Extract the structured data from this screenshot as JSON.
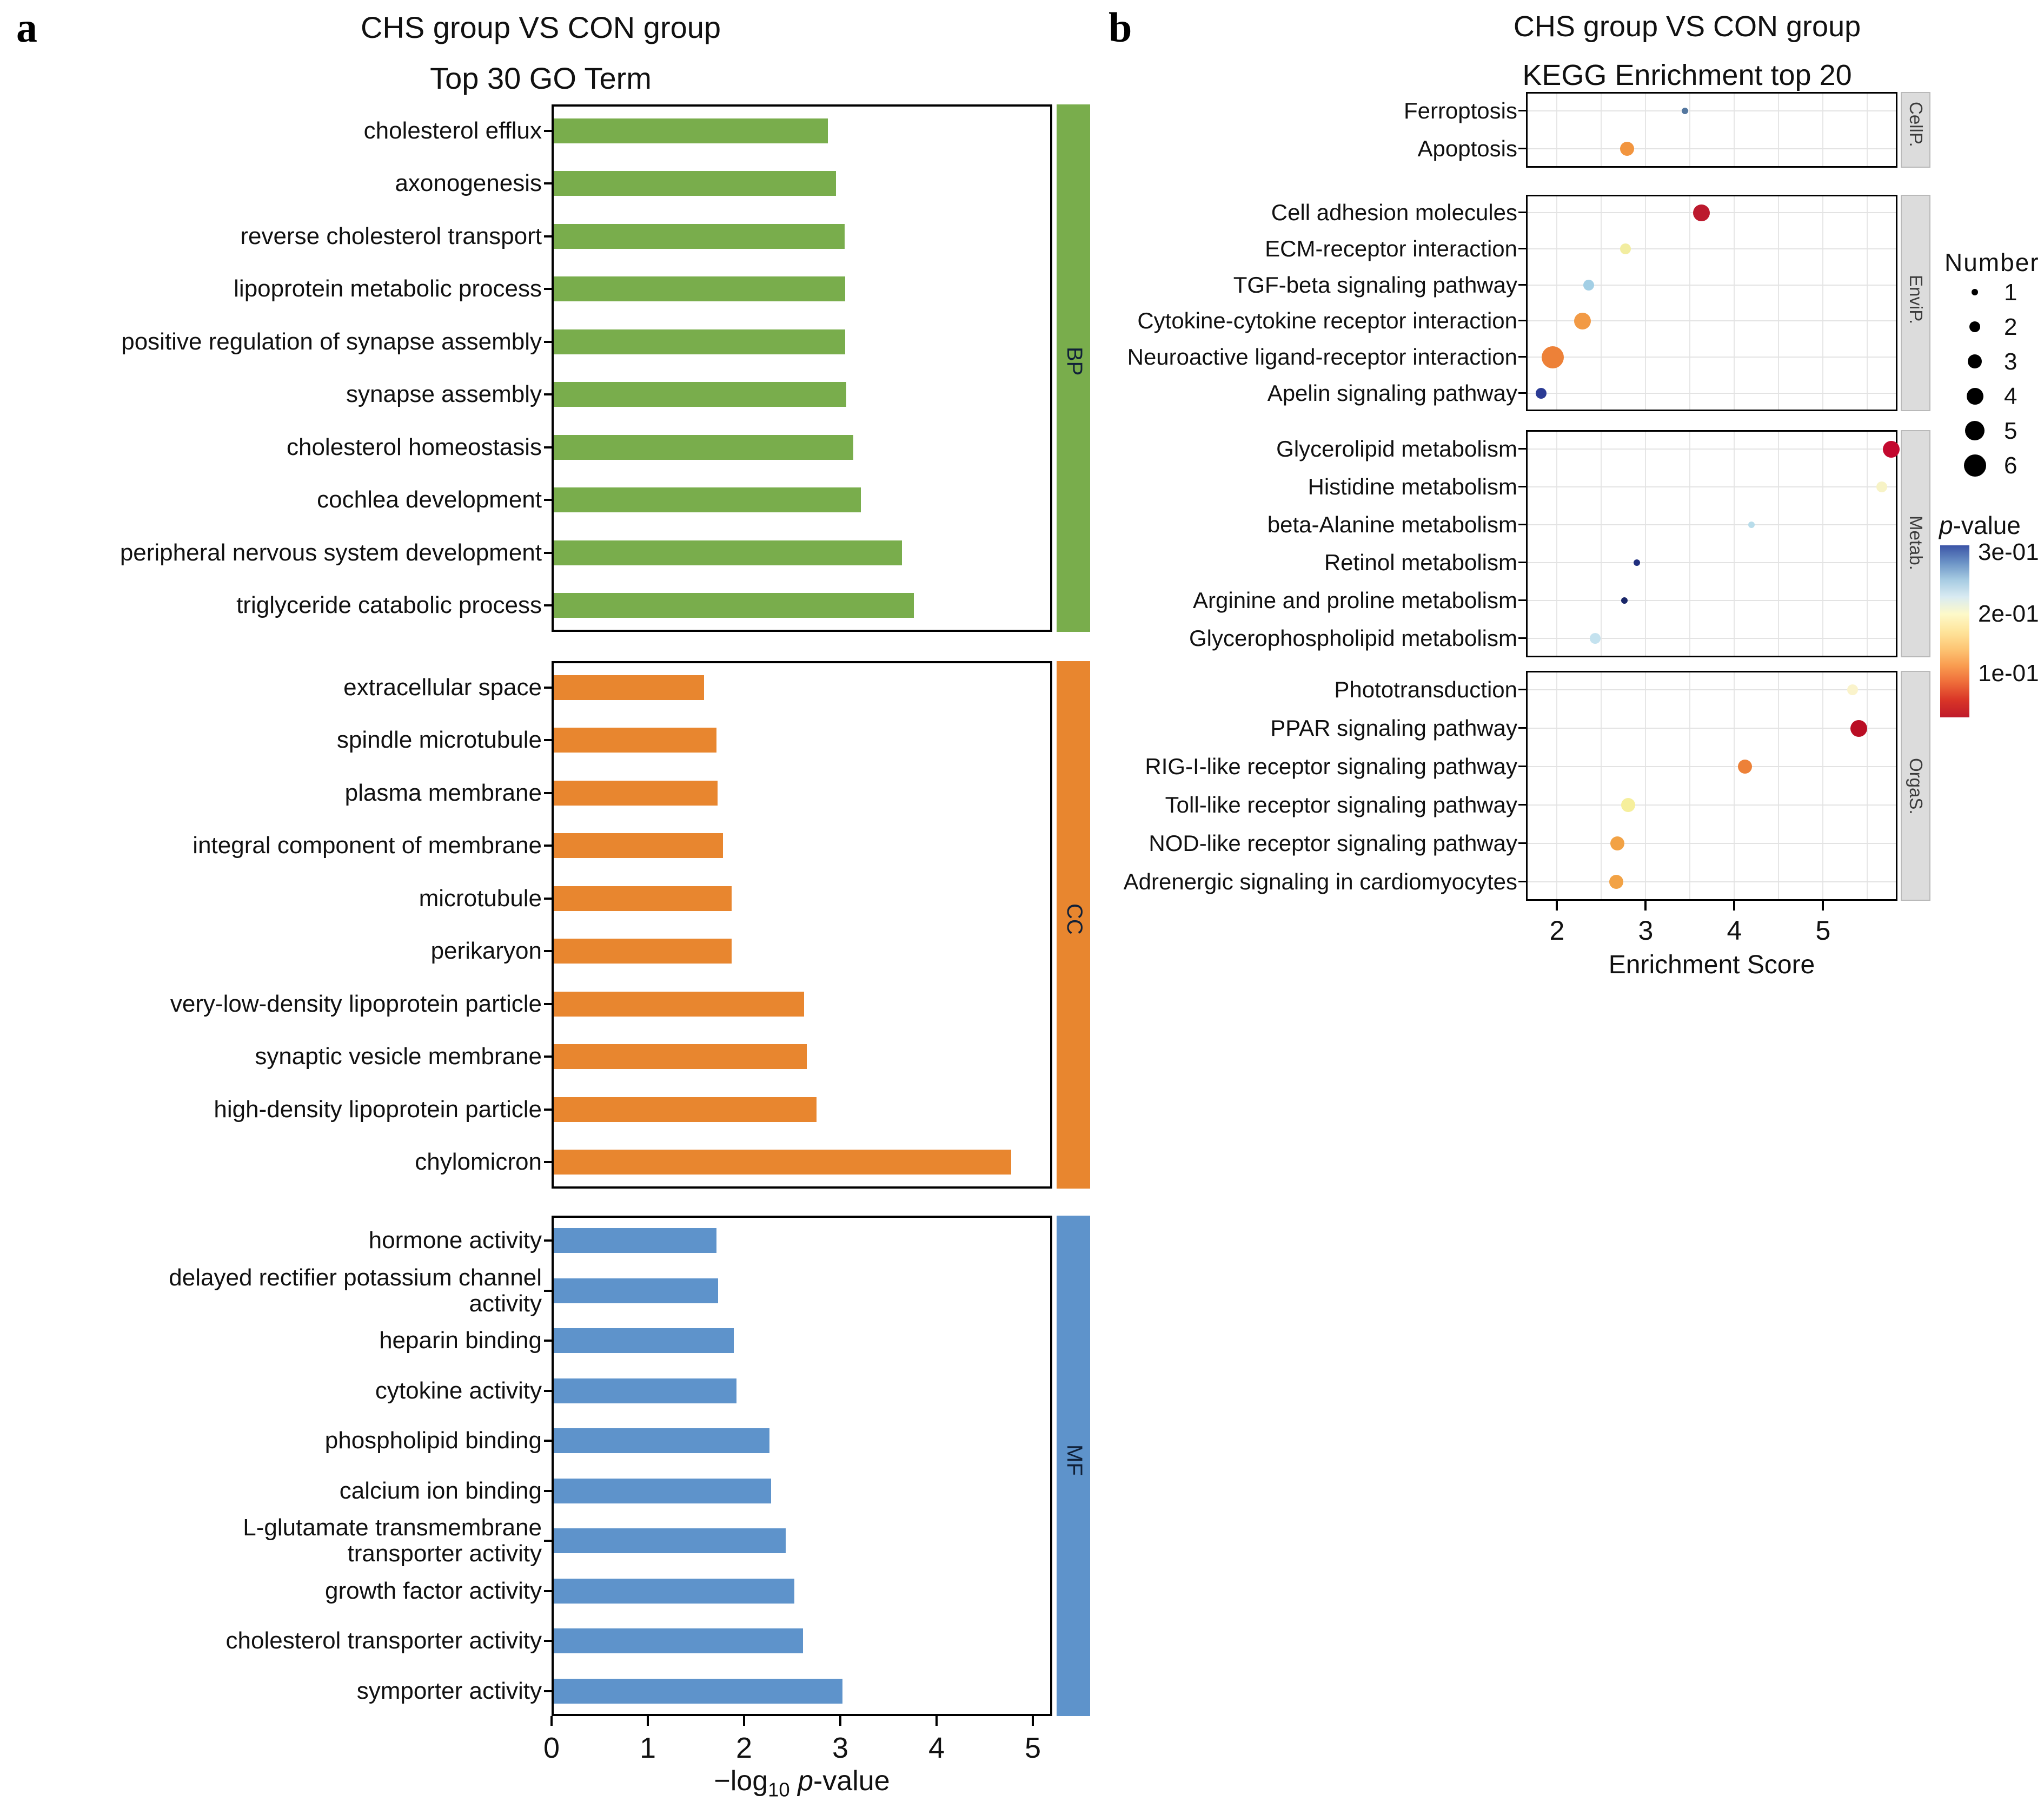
{
  "figure_labels": {
    "a": "a",
    "b": "b"
  },
  "chart_data": [
    {
      "id": "go_bar",
      "type": "bar",
      "title": "CHS group VS CON group",
      "subtitle": "Top 30 GO Term",
      "xlabel_parts": {
        "neg_log": "−log",
        "sub": "10",
        "p": "p",
        "rest": "-value"
      },
      "x_ticks": [
        0,
        1,
        2,
        3,
        4,
        5
      ],
      "xlim": [
        0,
        5.2
      ],
      "grid": false,
      "orientation": "horizontal",
      "groups": [
        {
          "name": "BP",
          "color": "#79ad4c",
          "items": [
            {
              "label": "cholesterol efflux",
              "lines": [
                "cholesterol efflux"
              ],
              "value": 2.85
            },
            {
              "label": "axonogenesis",
              "lines": [
                "axonogenesis"
              ],
              "value": 2.93
            },
            {
              "label": "reverse cholesterol transport",
              "lines": [
                "reverse cholesterol transport"
              ],
              "value": 3.02
            },
            {
              "label": "lipoprotein metabolic process",
              "lines": [
                "lipoprotein metabolic process"
              ],
              "value": 3.03
            },
            {
              "label": "positive regulation of synapse assembly",
              "lines": [
                "positive regulation of synapse assembly"
              ],
              "value": 3.03
            },
            {
              "label": "synapse assembly",
              "lines": [
                "synapse assembly"
              ],
              "value": 3.04
            },
            {
              "label": "cholesterol homeostasis",
              "lines": [
                "cholesterol homeostasis"
              ],
              "value": 3.11
            },
            {
              "label": "cochlea development",
              "lines": [
                "cochlea development"
              ],
              "value": 3.19
            },
            {
              "label": "peripheral nervous system development",
              "lines": [
                "peripheral nervous system development"
              ],
              "value": 3.62
            },
            {
              "label": "triglyceride catabolic process",
              "lines": [
                "triglyceride catabolic process"
              ],
              "value": 3.74
            }
          ]
        },
        {
          "name": "CC",
          "color": "#e8862f",
          "items": [
            {
              "label": "extracellular space",
              "lines": [
                "extracellular space"
              ],
              "value": 1.56
            },
            {
              "label": "spindle microtubule",
              "lines": [
                "spindle microtubule"
              ],
              "value": 1.69
            },
            {
              "label": "plasma membrane",
              "lines": [
                "plasma membrane"
              ],
              "value": 1.7
            },
            {
              "label": "integral component of membrane",
              "lines": [
                "integral component of membrane"
              ],
              "value": 1.76
            },
            {
              "label": "microtubule",
              "lines": [
                "microtubule"
              ],
              "value": 1.85
            },
            {
              "label": "perikaryon",
              "lines": [
                "perikaryon"
              ],
              "value": 1.85
            },
            {
              "label": "very-low-density lipoprotein particle",
              "lines": [
                "very-low-density lipoprotein particle"
              ],
              "value": 2.6
            },
            {
              "label": "synaptic vesicle membrane",
              "lines": [
                "synaptic vesicle membrane"
              ],
              "value": 2.63
            },
            {
              "label": "high-density lipoprotein particle",
              "lines": [
                "high-density lipoprotein particle"
              ],
              "value": 2.73
            },
            {
              "label": "chylomicron",
              "lines": [
                "chylomicron"
              ],
              "value": 4.75
            }
          ]
        },
        {
          "name": "MF",
          "color": "#5e93cb",
          "items": [
            {
              "label": "hormone activity",
              "lines": [
                "hormone activity"
              ],
              "value": 1.69
            },
            {
              "label": "delayed rectifier potassium channel activity",
              "lines": [
                "delayed rectifier potassium channel",
                "activity"
              ],
              "value": 1.71
            },
            {
              "label": "heparin binding",
              "lines": [
                "heparin binding"
              ],
              "value": 1.87
            },
            {
              "label": "cytokine activity",
              "lines": [
                "cytokine activity"
              ],
              "value": 1.9
            },
            {
              "label": "phospholipid binding",
              "lines": [
                "phospholipid binding"
              ],
              "value": 2.24
            },
            {
              "label": "calcium ion binding",
              "lines": [
                "calcium ion binding"
              ],
              "value": 2.26
            },
            {
              "label": "L-glutamate transmembrane transporter activity",
              "lines": [
                "L-glutamate transmembrane",
                "transporter activity"
              ],
              "value": 2.41
            },
            {
              "label": "growth factor activity",
              "lines": [
                "growth factor activity"
              ],
              "value": 2.5
            },
            {
              "label": "cholesterol transporter activity",
              "lines": [
                "cholesterol transporter activity"
              ],
              "value": 2.59
            },
            {
              "label": "symporter activity",
              "lines": [
                "symporter activity"
              ],
              "value": 3.0
            }
          ]
        }
      ]
    },
    {
      "id": "kegg_dot",
      "type": "scatter",
      "title": "CHS group VS CON group",
      "subtitle": "KEGG Enrichment top 20",
      "xlabel": "Enrichment Score",
      "x_ticks": [
        2,
        3,
        4,
        5
      ],
      "xlim": [
        1.65,
        5.84
      ],
      "grid": true,
      "facets": [
        {
          "name": "CellP.",
          "rows": [
            {
              "label": "Ferroptosis",
              "score": 3.44,
              "number": 1,
              "p_color": "#54779f"
            },
            {
              "label": "Apoptosis",
              "score": 2.79,
              "number": 3,
              "p_color": "#f2953f"
            }
          ]
        },
        {
          "name": "EnviP.",
          "rows": [
            {
              "label": "Cell adhesion molecules",
              "score": 3.63,
              "number": 4,
              "p_color": "#bc1a2e"
            },
            {
              "label": "ECM-receptor interaction",
              "score": 2.77,
              "number": 2,
              "p_color": "#f2eda0"
            },
            {
              "label": "TGF-beta signaling pathway",
              "score": 2.36,
              "number": 2,
              "p_color": "#a3cfe5"
            },
            {
              "label": "Cytokine-cytokine receptor interaction",
              "score": 2.29,
              "number": 4,
              "p_color": "#f29a45"
            },
            {
              "label": "Neuroactive ligand-receptor interaction",
              "score": 1.95,
              "number": 6,
              "p_color": "#ed8138"
            },
            {
              "label": "Apelin signaling pathway",
              "score": 1.82,
              "number": 2,
              "p_color": "#2b3b94"
            }
          ]
        },
        {
          "name": "Metab.",
          "rows": [
            {
              "label": "Glycerolipid metabolism",
              "score": 5.77,
              "number": 4,
              "p_color": "#c3092f"
            },
            {
              "label": "Histidine metabolism",
              "score": 5.66,
              "number": 2,
              "p_color": "#f7f3c6"
            },
            {
              "label": "beta-Alanine metabolism",
              "score": 4.19,
              "number": 1,
              "p_color": "#b8dcea"
            },
            {
              "label": "Retinol metabolism",
              "score": 2.9,
              "number": 1,
              "p_color": "#22307f"
            },
            {
              "label": "Arginine and proline metabolism",
              "score": 2.76,
              "number": 1,
              "p_color": "#1a2769"
            },
            {
              "label": "Glycerophospholipid metabolism",
              "score": 2.43,
              "number": 2,
              "p_color": "#c4e2ef"
            }
          ]
        },
        {
          "name": "OrgaS.",
          "rows": [
            {
              "label": "Phototransduction",
              "score": 5.33,
              "number": 2,
              "p_color": "#faf3cb"
            },
            {
              "label": "PPAR signaling pathway",
              "score": 5.4,
              "number": 4,
              "p_color": "#ba0e24"
            },
            {
              "label": "RIG-I-like receptor signaling pathway",
              "score": 4.12,
              "number": 3,
              "p_color": "#ed8138"
            },
            {
              "label": "Toll-like receptor signaling pathway",
              "score": 2.8,
              "number": 3,
              "p_color": "#f6ef9c"
            },
            {
              "label": "NOD-like receptor signaling pathway",
              "score": 2.68,
              "number": 3,
              "p_color": "#f2a245"
            },
            {
              "label": "Adrenergic signaling in cardiomyocytes",
              "score": 2.67,
              "number": 3,
              "p_color": "#f2a245"
            }
          ]
        }
      ],
      "legend": {
        "number": {
          "title": "Number",
          "values": [
            1,
            2,
            3,
            4,
            5,
            6
          ]
        },
        "pvalue": {
          "title_p": "p",
          "title_rest": "-value",
          "labels": [
            "3e-01",
            "2e-01",
            "1e-01"
          ],
          "gradient": [
            "#3b54a6",
            "#6b93c6",
            "#a6cbe2",
            "#d9ebf2",
            "#fdf9c9",
            "#fee59c",
            "#fdc675",
            "#f99c50",
            "#ee6b39",
            "#d93527",
            "#bf1a2a"
          ]
        }
      }
    }
  ]
}
